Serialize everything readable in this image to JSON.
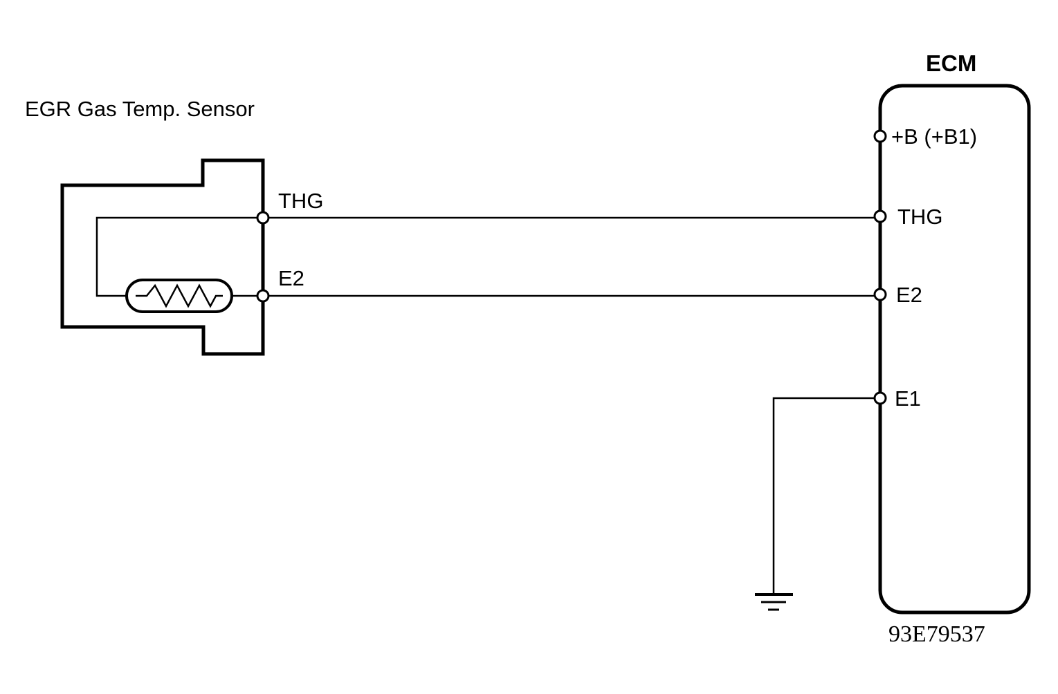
{
  "sensor": {
    "title": "EGR Gas Temp. Sensor",
    "pins": {
      "thg": "THG",
      "e2": "E2"
    }
  },
  "ecm": {
    "title": "ECM",
    "pins": {
      "b": "+B (+B1)",
      "thg": "THG",
      "e2": "E2",
      "e1": "E1"
    }
  },
  "figure_code": "93E79537",
  "colors": {
    "line": "#000000",
    "background": "#ffffff"
  }
}
